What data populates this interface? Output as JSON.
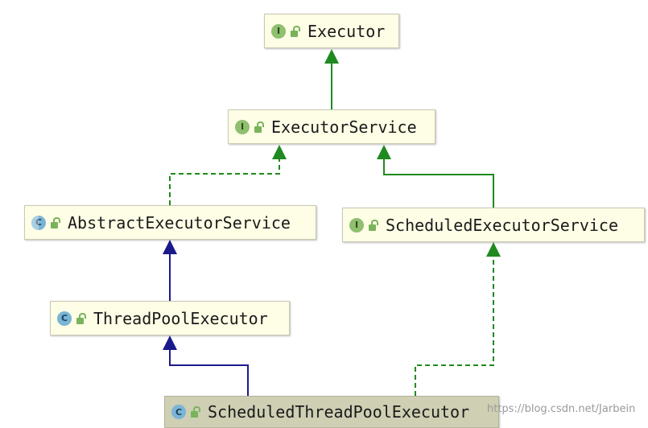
{
  "nodes": {
    "executor": {
      "name": "Executor",
      "kind": "interface",
      "badge": "I"
    },
    "executor_service": {
      "name": "ExecutorService",
      "kind": "interface",
      "badge": "I"
    },
    "abstract_executor_service": {
      "name": "AbstractExecutorService",
      "kind": "abstract-class",
      "badge": "C"
    },
    "scheduled_executor_service": {
      "name": "ScheduledExecutorService",
      "kind": "interface",
      "badge": "I"
    },
    "thread_pool_executor": {
      "name": "ThreadPoolExecutor",
      "kind": "class",
      "badge": "C"
    },
    "scheduled_thread_pool_executor": {
      "name": "ScheduledThreadPoolExecutor",
      "kind": "class",
      "badge": "C"
    }
  },
  "edges": [
    {
      "from": "executor_service",
      "to": "executor",
      "type": "extends-interface",
      "style": "solid",
      "color": "#1f8a1f"
    },
    {
      "from": "abstract_executor_service",
      "to": "executor_service",
      "type": "implements",
      "style": "dashed",
      "color": "#1f8a1f"
    },
    {
      "from": "scheduled_executor_service",
      "to": "executor_service",
      "type": "extends-interface",
      "style": "solid",
      "color": "#1f8a1f"
    },
    {
      "from": "thread_pool_executor",
      "to": "abstract_executor_service",
      "type": "extends",
      "style": "solid",
      "color": "#1a1a8c"
    },
    {
      "from": "scheduled_thread_pool_executor",
      "to": "thread_pool_executor",
      "type": "extends",
      "style": "solid",
      "color": "#1a1a8c"
    },
    {
      "from": "scheduled_thread_pool_executor",
      "to": "scheduled_executor_service",
      "type": "implements",
      "style": "dashed",
      "color": "#1f8a1f"
    }
  ],
  "colors": {
    "node_bg": "#fefee6",
    "selected_node_bg": "#cfcfb4",
    "interface_badge": "#8fbf6f",
    "class_badge": "#7ab4d6",
    "implements_arrow": "#1f8a1f",
    "extends_arrow": "#1a1a8c"
  },
  "icons": {
    "interface": "interface-icon",
    "class": "class-icon",
    "abstract_class": "abstract-class-icon",
    "visibility": "public-lock-icon"
  },
  "selected_node": "scheduled_thread_pool_executor",
  "watermark": "https://blog.csdn.net/Jarbein"
}
